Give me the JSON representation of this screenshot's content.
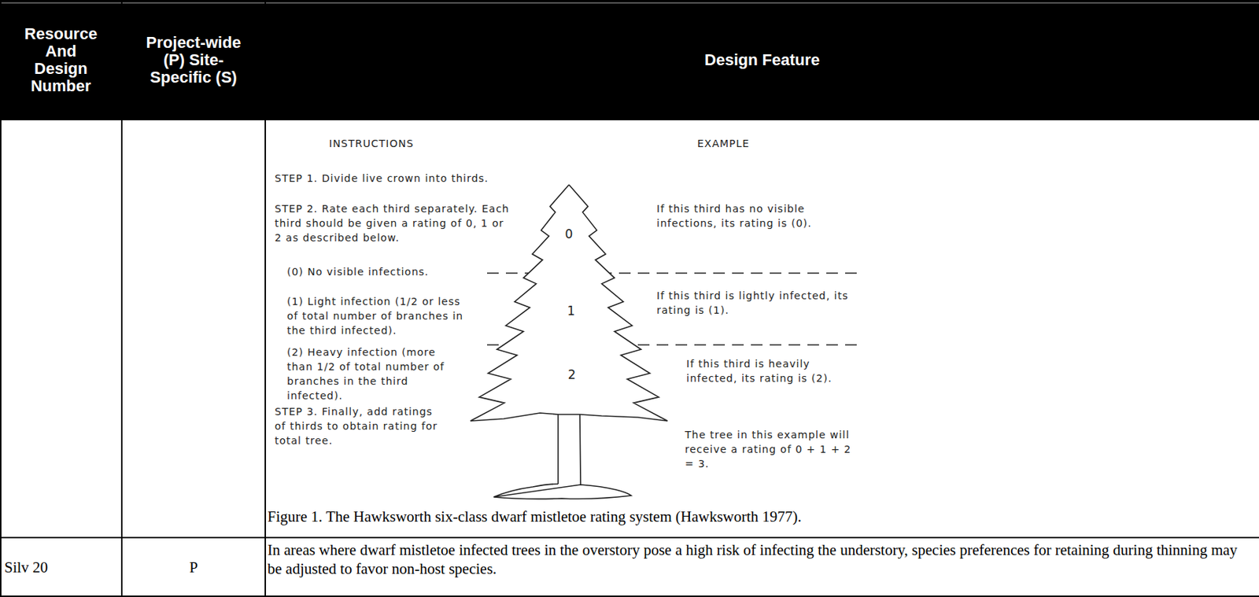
{
  "diagram": {
    "caption": "Figure 1. The Hawksworth six-class dwarf mistletoe rating system (Hawksworth 1977).",
    "labels": [
      "Resource And Design Number",
      "Project-wide (P) Site- Specific (S)",
      "Design Feature",
      "INSTRUCTIONS",
      "EXAMPLE",
      "STEP 1. Divide live crown into thirds.",
      "STEP 2. Rate each third separately. Each third should be given a rating of 0, 1 or 2 as described below.",
      "(0) No visible infections.",
      "(1) Light infection (1/2 or less of total number of branches in the third infected).",
      "(2) Heavy infection (more than 1/2 of total number of branches in the third infected).",
      "STEP 3. Finally, add ratings of thirds to obtain rating for total tree.",
      "0",
      "1",
      "2",
      "If this third has no visible infections, its rating is (0).",
      "If this third is lightly infected, its rating is (1).",
      "If this third is heavily infected, its rating is (2).",
      "The tree in this example will receive a rating of 0 + 1 + 2 = 3.",
      "Silv 20",
      "P",
      "In areas where dwarf mistletoe infected trees in the overstory pose a high risk of infecting the understory, species preferences for retaining during thinning may be adjusted to favor non-host species."
    ]
  }
}
